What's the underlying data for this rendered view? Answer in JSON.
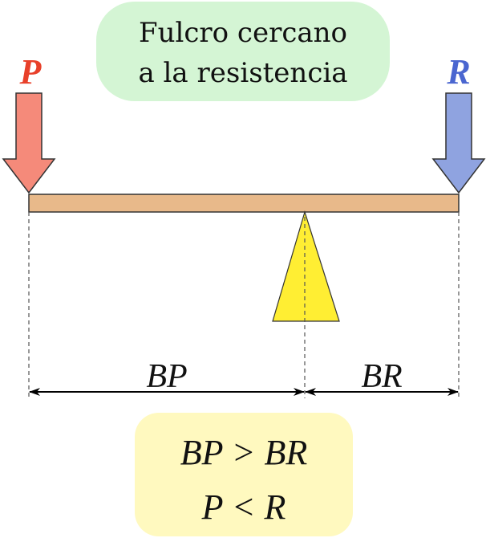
{
  "title_box": {
    "line1": "Fulcro cercano",
    "line2": "a la resistencia",
    "fill": "#d4f5d4"
  },
  "forces": {
    "effort_label": "P",
    "effort_color": "#f58a7a",
    "effort_label_color": "#e8402a",
    "resistance_label": "R",
    "resistance_color": "#8fa3e0",
    "resistance_label_color": "#4a66d0"
  },
  "beam": {
    "color": "#e8b98a"
  },
  "fulcrum": {
    "color": "#ffee33"
  },
  "dimensions": {
    "effort_arm_label": "BP",
    "resistance_arm_label": "BR"
  },
  "result_box": {
    "line1": "BP > BR",
    "line2": "P < R",
    "fill": "#fff9bf"
  }
}
